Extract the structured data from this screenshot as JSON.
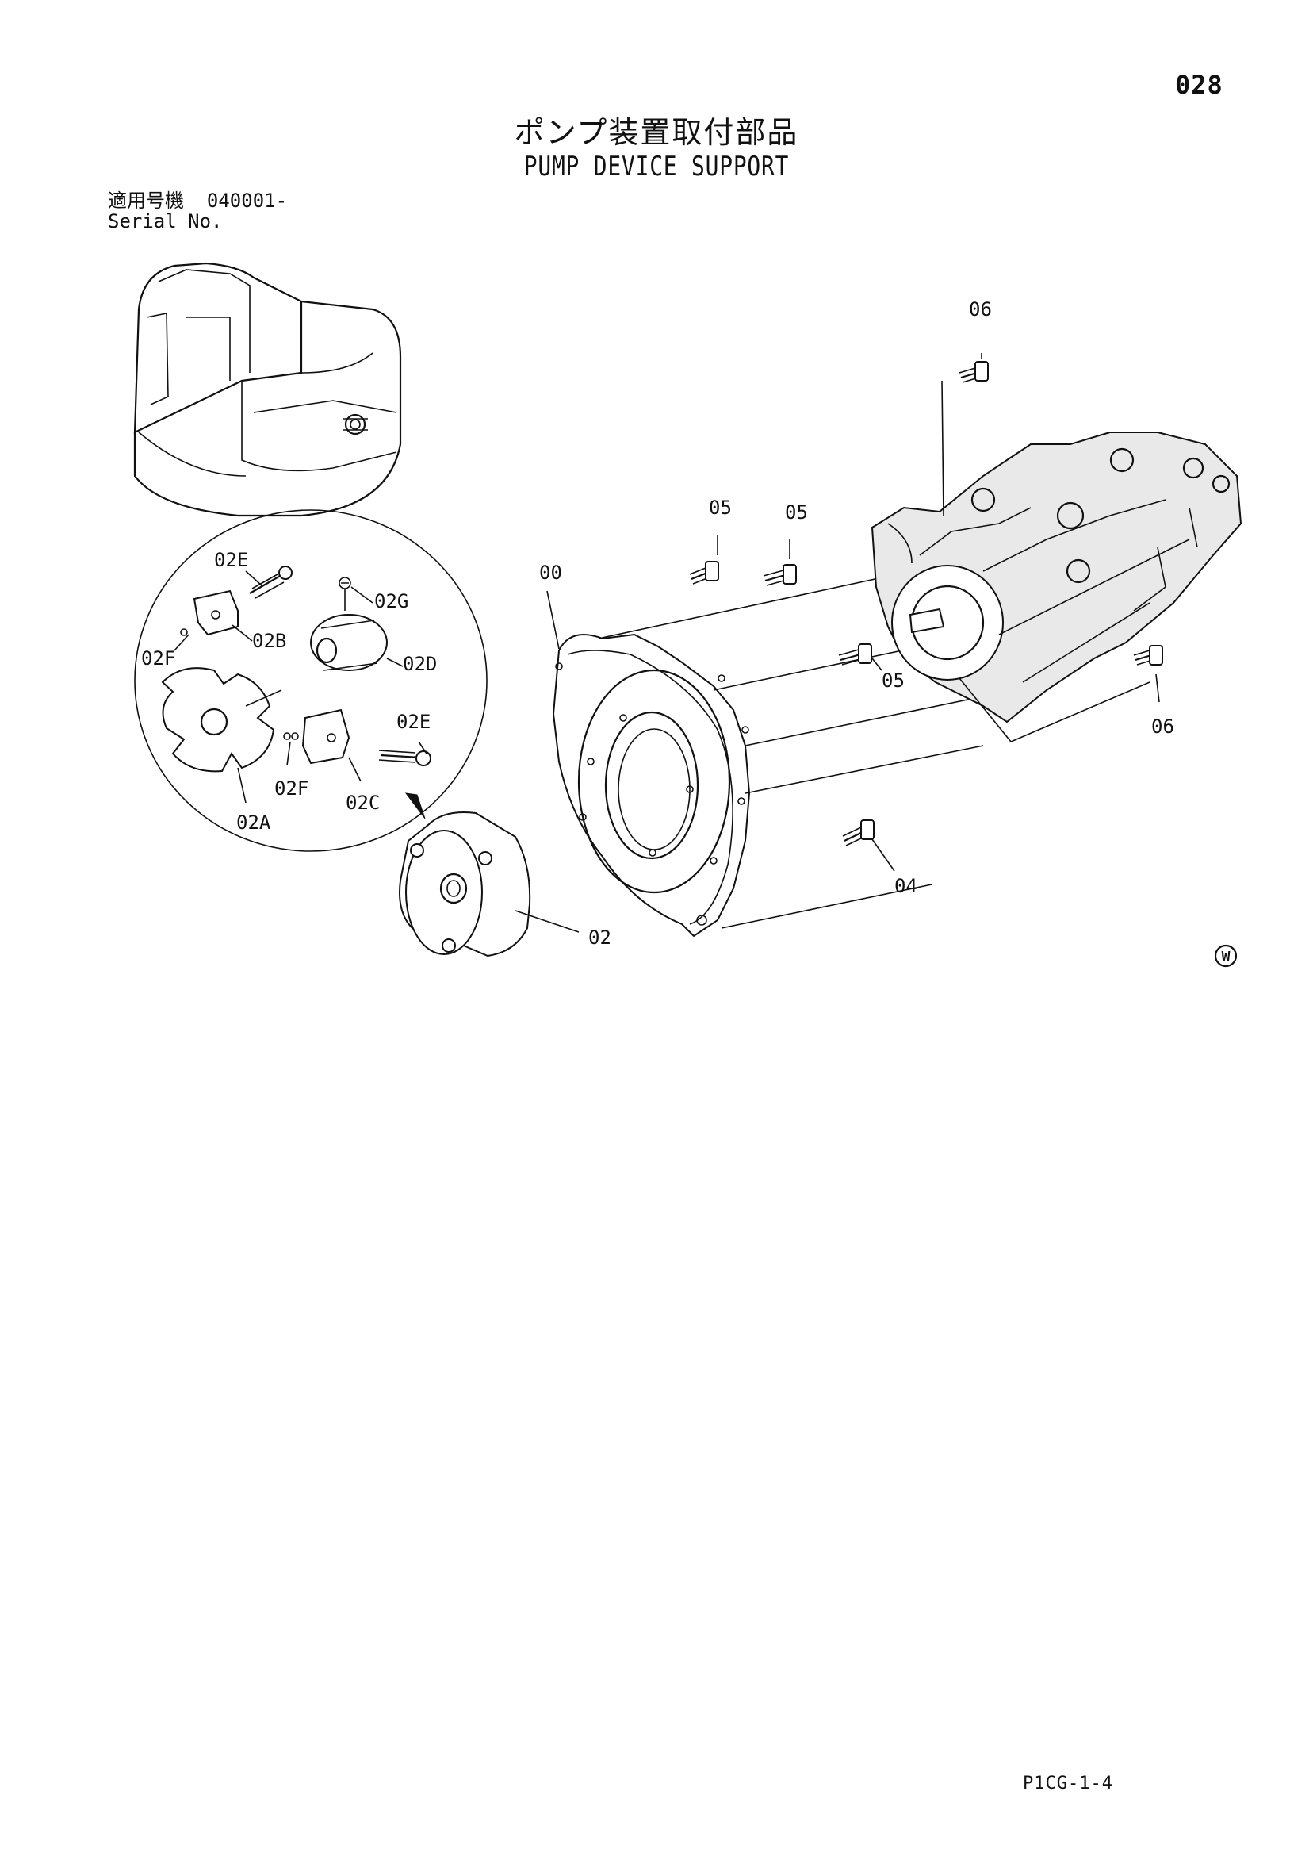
{
  "page_number": "028",
  "title_jp": "ポンプ装置取付部品",
  "title_en": "PUMP DEVICE SUPPORT",
  "serial": {
    "label_jp": "適用号機",
    "value": "040001-",
    "label_en": "Serial No."
  },
  "callouts": {
    "c00": "00",
    "c02": "02",
    "c02A": "02A",
    "c02B": "02B",
    "c02C": "02C",
    "c02D": "02D",
    "c02E_top": "02E",
    "c02E_right": "02E",
    "c02F_left": "02F",
    "c02F_bottom": "02F",
    "c02G": "02G",
    "c04": "04",
    "c05_a": "05",
    "c05_b": "05",
    "c05_c": "05",
    "c06_top": "06",
    "c06_right": "06"
  },
  "mark_w": "W",
  "footer_code": "P1CG-1-4"
}
